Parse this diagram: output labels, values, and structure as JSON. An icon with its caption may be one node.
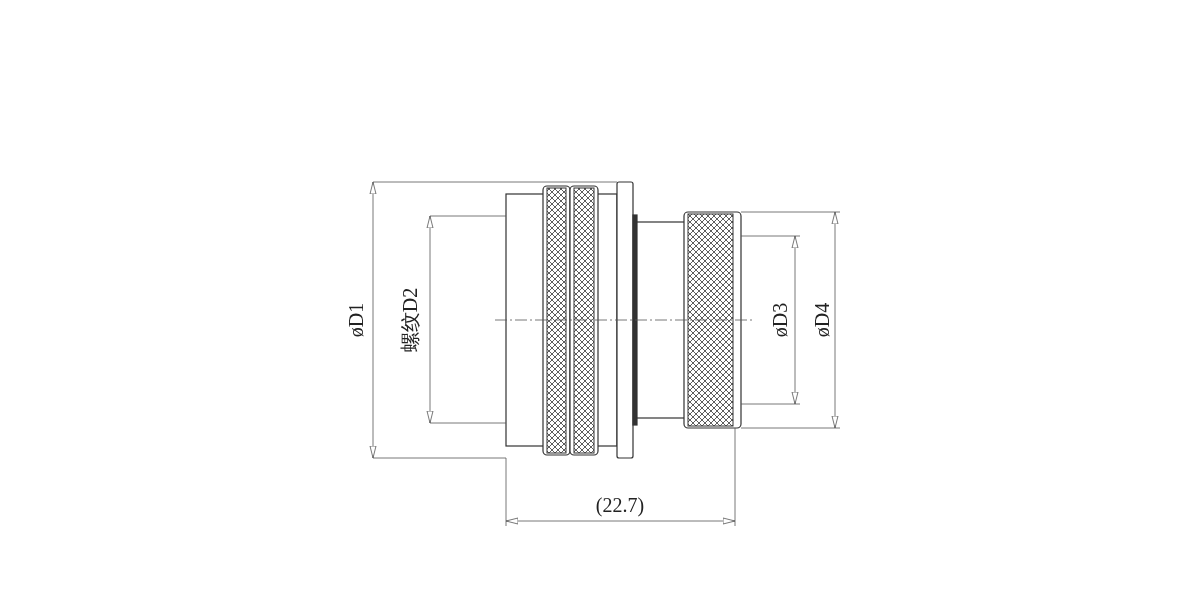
{
  "diagram": {
    "labels": [
      "øD1",
      "螺纹D2",
      "øD3",
      "øD4",
      "(22.7)"
    ]
  }
}
